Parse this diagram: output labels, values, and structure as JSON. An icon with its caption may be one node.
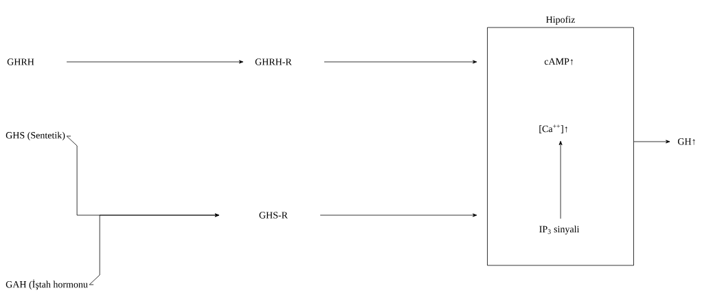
{
  "diagram": {
    "nodes": [
      {
        "text": [
          "GHRH"
        ]
      },
      {
        "text": [
          "GHRH-R"
        ]
      },
      {
        "text": [
          "Hipofiz"
        ]
      },
      {
        "text": [
          "cAMP↑"
        ],
        "in": 2
      },
      {
        "text": [
          "[Ca$^{++}$]↑"
        ],
        "in": 2
      },
      {
        "text": [
          "IP$_{3}$ sinyali"
        ],
        "in": 2
      },
      {
        "text": [
          "GHS (Sentetik)"
        ]
      },
      {
        "text": [
          "GAH (İştah hormonu"
        ]
      },
      {
        "text": [
          "GHS-R"
        ]
      },
      {
        "text": [
          "GH↑"
        ]
      }
    ],
    "edges": [
      {
        "from": 0,
        "to": 1,
        "arrow": "to"
      },
      {
        "from": 1,
        "to": 2,
        "arrow": "to"
      },
      {
        "from": 6,
        "to": 8,
        "arrow": "to"
      },
      {
        "from": 7,
        "to": 8,
        "arrow": "to"
      },
      {
        "from": 8,
        "to": 2,
        "arrow": "to"
      },
      {
        "from": 5,
        "to": 4,
        "arrow": "to"
      },
      {
        "from": 2,
        "to": 9,
        "arrow": "to"
      }
    ]
  }
}
